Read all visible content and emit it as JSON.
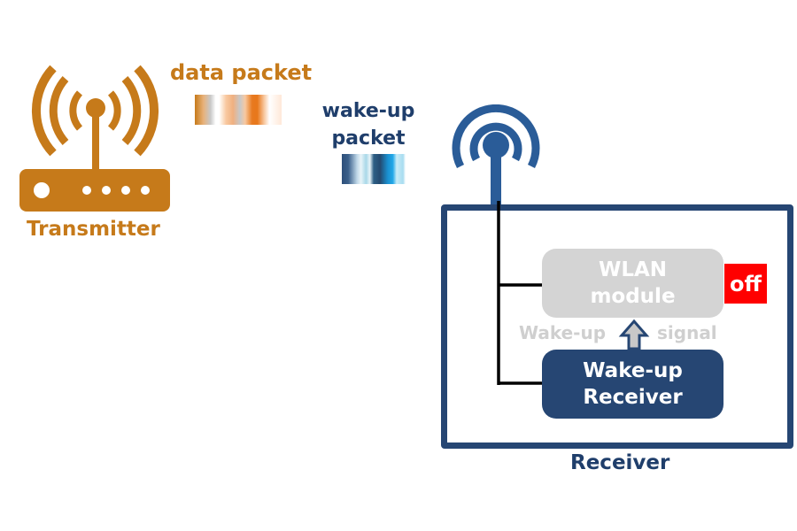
{
  "transmitter": {
    "label": "Transmitter",
    "icon": "router-icon",
    "color": "#c67a1a"
  },
  "data_packet": {
    "label": "data packet",
    "icon": "data-packet-signal",
    "color": "#e8771a"
  },
  "wakeup_packet": {
    "label_line1": "wake-up",
    "label_line2": "packet",
    "icon": "wakeup-packet-signal",
    "color": "#1f3e6b"
  },
  "receiver": {
    "label": "Receiver",
    "antenna_icon": "antenna-icon",
    "color": "#264673",
    "wlan_module": {
      "line1": "WLAN",
      "line2": "module",
      "status": "off",
      "status_color": "#ff0000",
      "color": "#d4d4d4"
    },
    "wakeup_signal": {
      "left": "Wake-up",
      "right": "signal",
      "icon": "up-arrow-icon"
    },
    "wakeup_receiver": {
      "line1": "Wake-up",
      "line2": "Receiver",
      "color": "#264673"
    }
  }
}
